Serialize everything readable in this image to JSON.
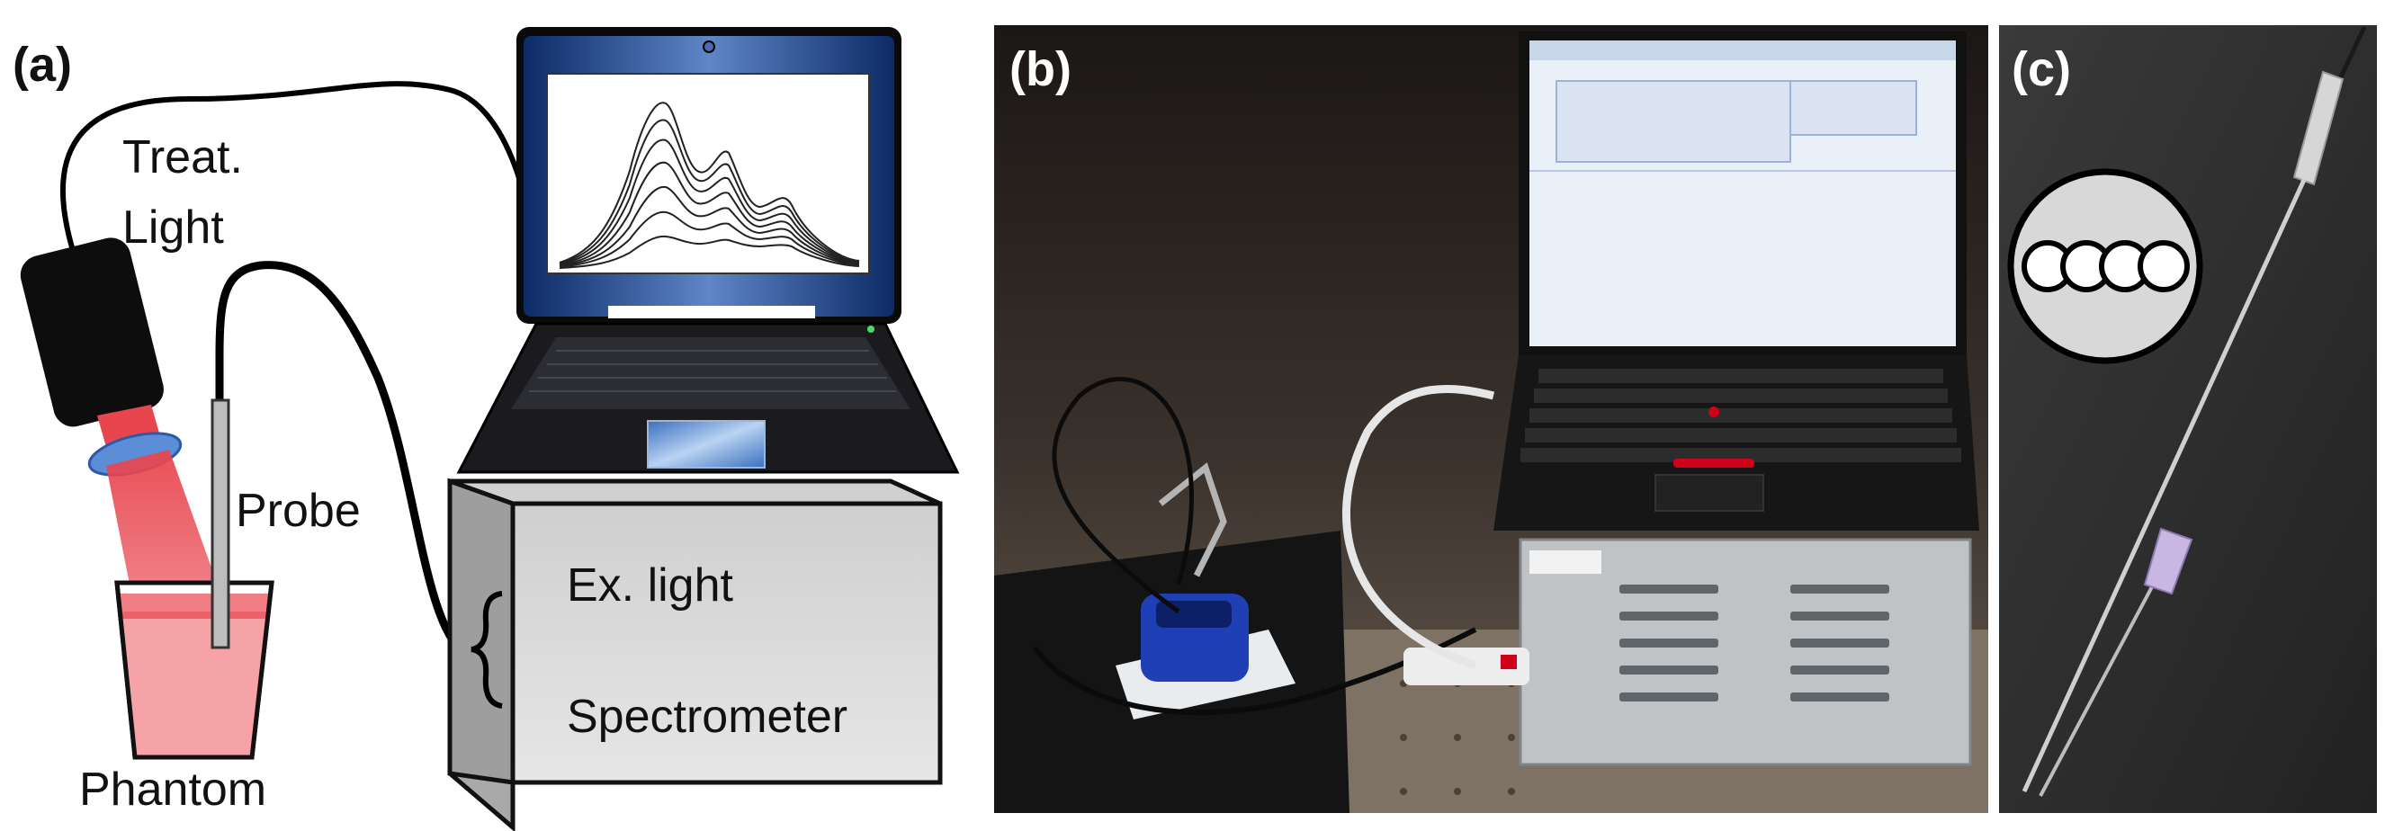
{
  "panels": {
    "a": {
      "label": "(a)",
      "treat_light_line1": "Treat.",
      "treat_light_line2": "Light",
      "probe": "Probe",
      "ex_light": "Ex. light",
      "spectrometer": "Spectrometer",
      "phantom": "Phantom"
    },
    "b": {
      "label": "(b)"
    },
    "c": {
      "label": "(c)"
    }
  },
  "colors": {
    "treatment_light_red": "#e8464f",
    "phantom_pink": "#f6a3a8",
    "lens_blue": "#5b8ed6",
    "phantom_holder_blue": "#1f3fb5",
    "photo_background_dark": "#2b2622",
    "spectrometer_box_gray": "#d9d9d9"
  },
  "icons": {
    "laptop": "laptop-icon",
    "treatment_light_source": "light-source-icon",
    "probe_cross_section": "fiber-cross-section-icon",
    "needle_probe": "needle-icon"
  }
}
